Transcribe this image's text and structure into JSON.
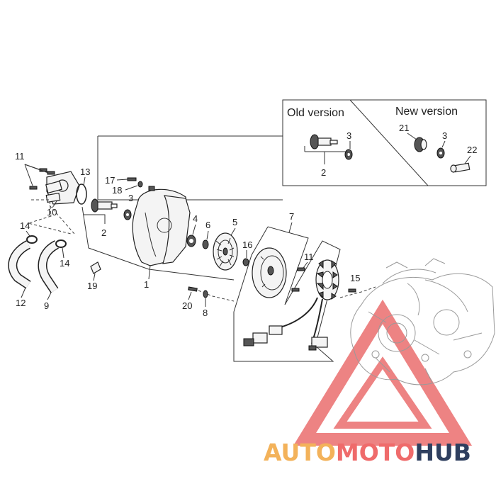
{
  "inset": {
    "old_version_label": "Old version",
    "new_version_label": "New version"
  },
  "callouts": [
    "1",
    "2",
    "3",
    "4",
    "5",
    "6",
    "7",
    "8",
    "9",
    "10",
    "11",
    "12",
    "13",
    "14",
    "15",
    "16",
    "17",
    "18",
    "19",
    "20",
    "21",
    "22"
  ],
  "labels": {
    "n1": "1",
    "n2_main": "2",
    "n2_old": "2",
    "n3_main": "3",
    "n3_old": "3",
    "n3_new": "3",
    "n4": "4",
    "n5": "5",
    "n6": "6",
    "n7": "7",
    "n8": "8",
    "n9": "9",
    "n10": "10",
    "n11_left": "11",
    "n11_stator": "11",
    "n12": "12",
    "n13": "13",
    "n14_top": "14",
    "n14_right": "14",
    "n15": "15",
    "n16": "16",
    "n17": "17",
    "n18": "18",
    "n19": "19",
    "n20": "20",
    "n21": "21",
    "n22": "22"
  },
  "watermark": {
    "part1": "AUTO",
    "part2": "MOTO",
    "part3": "HUB",
    "color_auto": "#f3b25a",
    "color_moto": "#ef6b6b",
    "color_hub": "#2f3f5f",
    "triangle_color": "#e85a5a"
  }
}
